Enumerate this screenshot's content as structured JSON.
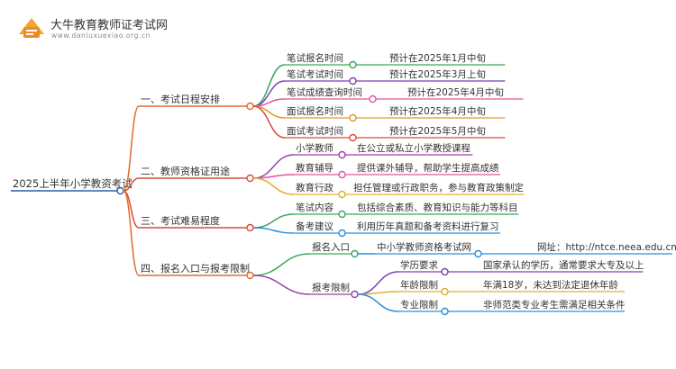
{
  "header": {
    "site_name": "大牛教育教师证考试网",
    "site_url": "www.daniuxuexiao.org.cn"
  },
  "mindmap": {
    "root": {
      "label": "2025上半年小学教资考试",
      "children": [
        {
          "label": "一、考试日程安排",
          "color": "#e06b2a",
          "children": [
            {
              "label": "笔试报名时间",
              "color": "#3aa757",
              "children": [
                {
                  "label": "预计在2025年1月中旬"
                }
              ]
            },
            {
              "label": "笔试考试时间",
              "color": "#7b3fb8",
              "children": [
                {
                  "label": "预计在2025年3月上旬"
                }
              ]
            },
            {
              "label": "笔试成绩查询时间",
              "color": "#e2559b",
              "children": [
                {
                  "label": "预计在2025年4月中旬"
                }
              ]
            },
            {
              "label": "面试报名时间",
              "color": "#e0962a",
              "children": [
                {
                  "label": "预计在2025年4月中旬"
                }
              ]
            },
            {
              "label": "面试考试时间",
              "color": "#d94a3a",
              "children": [
                {
                  "label": "预计在2025年5月中旬"
                }
              ]
            }
          ]
        },
        {
          "label": "二、教师资格证用途",
          "color": "#d94a3a",
          "children": [
            {
              "label": "小学教师",
              "color": "#9b3fa8",
              "children": [
                {
                  "label": "在公立或私立小学教授课程"
                }
              ]
            },
            {
              "label": "教育辅导",
              "color": "#e2559b",
              "children": [
                {
                  "label": "提供课外辅导，帮助学生提高成绩"
                }
              ]
            },
            {
              "label": "教育行政",
              "color": "#e0b02a",
              "children": [
                {
                  "label": "担任管理或行政职务，参与教育政策制定"
                }
              ]
            }
          ]
        },
        {
          "label": "三、考试难易程度",
          "color": "#d94a3a",
          "children": [
            {
              "label": "笔试内容",
              "color": "#3aa757",
              "children": [
                {
                  "label": "包括综合素质、教育知识与能力等科目"
                }
              ]
            },
            {
              "label": "备考建议",
              "color": "#2a8fd9",
              "children": [
                {
                  "label": "利用历年真题和备考资料进行复习"
                }
              ]
            }
          ]
        },
        {
          "label": "四、报名入口与报考限制",
          "color": "#e06b2a",
          "children": [
            {
              "label": "报名入口",
              "color": "#3aa757",
              "children": [
                {
                  "label": "中小学教师资格考试网",
                  "color": "#2a8fd9",
                  "children": [
                    {
                      "label": "网址：http://ntce.neea.edu.cn"
                    }
                  ]
                }
              ]
            },
            {
              "label": "报考限制",
              "color": "#9b3fa8",
              "children": [
                {
                  "label": "学历要求",
                  "color": "#7b3fb8",
                  "children": [
                    {
                      "label": "国家承认的学历，通常要求大专及以上"
                    }
                  ]
                },
                {
                  "label": "年龄限制",
                  "color": "#e0b02a",
                  "children": [
                    {
                      "label": "年满18岁，未达到法定退休年龄"
                    }
                  ]
                },
                {
                  "label": "专业限制",
                  "color": "#2a8fd9",
                  "children": [
                    {
                      "label": "非师范类专业考生需满足相关条件"
                    }
                  ]
                }
              ]
            }
          ]
        }
      ]
    }
  }
}
